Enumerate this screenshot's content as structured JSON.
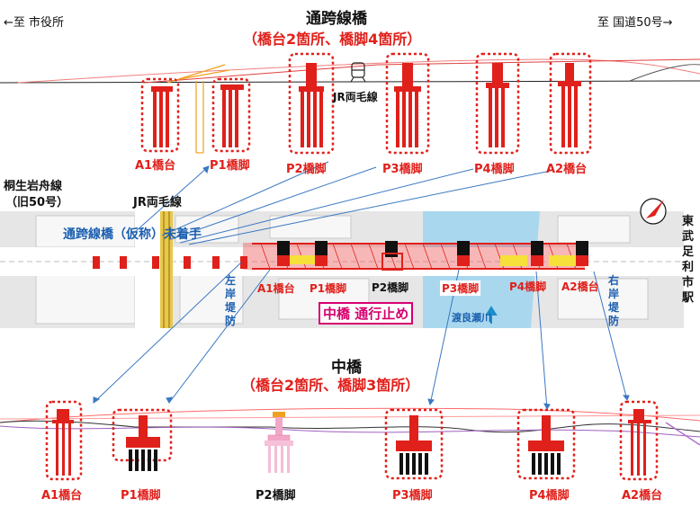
{
  "top": {
    "title": "通跨線橋",
    "subtitle": "（橋台2箇所、橋脚4箇所）",
    "left_dir": "←至 市役所",
    "right_dir": "至 国道50号→",
    "jr_label": "JR両毛線",
    "labels": [
      "A1橋台",
      "P1橋脚",
      "P2橋脚",
      "P3橋脚",
      "P4橋脚",
      "A2橋台"
    ]
  },
  "map": {
    "road_name": "桐生岩舟線",
    "road_sub": "（旧50号）",
    "jr_label": "JR両毛線",
    "unfinished_label": "通跨線橋（仮称）未着手",
    "station_label": "東武足利市駅",
    "left_bank": "左岸堤防",
    "right_bank": "右岸堤防",
    "river_label": "渡良瀬川",
    "closure_label": "中橋 通行止め",
    "labels": [
      "A1橋台",
      "P1橋脚",
      "P2橋脚",
      "P3橋脚",
      "P4橋脚",
      "A2橋台"
    ]
  },
  "bottom": {
    "title": "中橋",
    "subtitle": "（橋台2箇所、橋脚3箇所）",
    "labels": [
      "A1橋台",
      "P1橋脚",
      "P2橋脚",
      "P3橋脚",
      "P4橋脚",
      "A2橋台"
    ]
  },
  "colors": {
    "red": "#e0201b",
    "blue": "#1b5fb0",
    "magenta": "#d6006f",
    "pink": "#f2a6c8",
    "orange": "#f0a020"
  }
}
